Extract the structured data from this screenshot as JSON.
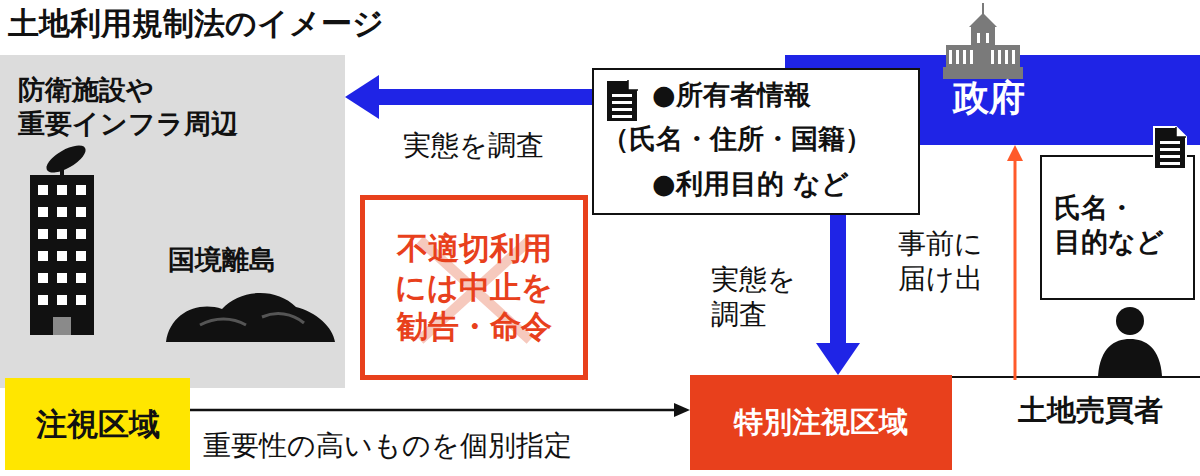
{
  "diagram": {
    "title": "土地利用規制法のイメージ",
    "nodes": [
      {
        "text": [
          "政府"
        ]
      },
      {
        "text": [
          "防衛施設や 重要インフラ周辺",
          "国境離島"
        ]
      },
      {
        "text": [
          "●所有者情報",
          "（氏名・住所・国籍）",
          "●利用目的 など"
        ]
      },
      {
        "text": [
          "不適切利用 には中止を 勧告・命令"
        ]
      },
      {
        "text": [
          "氏名・ 目的など"
        ]
      },
      {
        "text": [
          "注視区域"
        ]
      },
      {
        "text": [
          "特別注視区域"
        ]
      },
      {
        "text": [
          "土地売買者"
        ]
      }
    ],
    "edges": [
      {
        "from": 2,
        "to": 1,
        "label": "実態を調査",
        "arrow": "to"
      },
      {
        "from": 2,
        "to": 6,
        "label": "実態を 調査",
        "arrow": "to"
      },
      {
        "from": 5,
        "to": 6,
        "label": "重要性の高いものを個別指定",
        "arrow": "to"
      },
      {
        "from": 7,
        "to": 0,
        "label": "事前に 届け出",
        "arrow": "to"
      }
    ]
  }
}
